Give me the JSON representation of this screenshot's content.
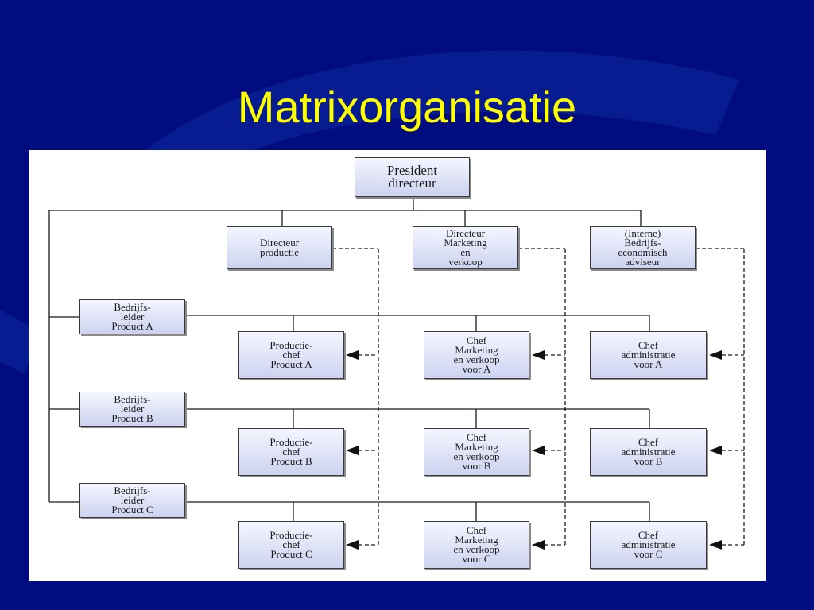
{
  "slide": {
    "title": "Matrixorganisatie",
    "background_color": "#000c80",
    "title_color": "#ffff00"
  },
  "org_chart": {
    "top": {
      "lines": [
        "President",
        "directeur"
      ]
    },
    "functional_heads": [
      {
        "lines": [
          "Directeur",
          "productie"
        ]
      },
      {
        "lines": [
          "Directeur",
          "Marketing",
          "en",
          "verkoop"
        ]
      },
      {
        "lines": [
          "(Interne)",
          "Bedrijfs-",
          "economisch",
          "adviseur"
        ]
      }
    ],
    "product_managers": [
      {
        "lines": [
          "Bedrijfs-",
          "leider",
          "Product A"
        ]
      },
      {
        "lines": [
          "Bedrijfs-",
          "leider",
          "Product B"
        ]
      },
      {
        "lines": [
          "Bedrijfs-",
          "leider",
          "Product C"
        ]
      }
    ],
    "matrix_cells": [
      [
        {
          "lines": [
            "Productie-",
            "chef",
            "Product A"
          ]
        },
        {
          "lines": [
            "Chef",
            "Marketing",
            "en verkoop",
            "voor A"
          ]
        },
        {
          "lines": [
            "Chef",
            "administratie",
            "voor A"
          ]
        }
      ],
      [
        {
          "lines": [
            "Productie-",
            "chef",
            "Product B"
          ]
        },
        {
          "lines": [
            "Chef",
            "Marketing",
            "en verkoop",
            "voor B"
          ]
        },
        {
          "lines": [
            "Chef",
            "administratie",
            "voor B"
          ]
        }
      ],
      [
        {
          "lines": [
            "Productie-",
            "chef",
            "Product C"
          ]
        },
        {
          "lines": [
            "Chef",
            "Marketing",
            "en verkoop",
            "voor C"
          ]
        },
        {
          "lines": [
            "Chef",
            "administratie",
            "voor C"
          ]
        }
      ]
    ]
  }
}
